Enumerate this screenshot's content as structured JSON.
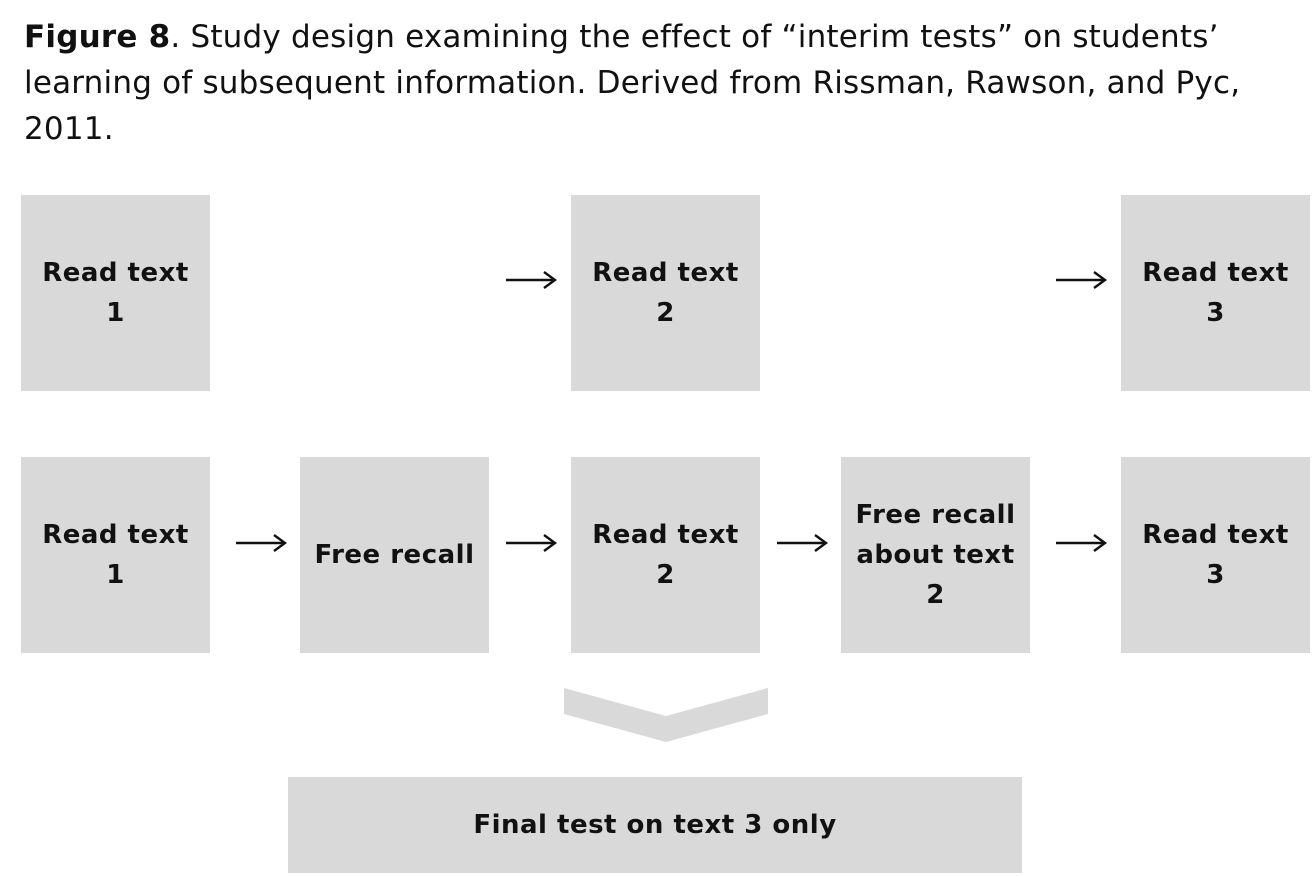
{
  "caption": {
    "lead": "Figure 8",
    "text": ". Study design examining the effect of “interim tests” on students’ learning of subsequent information. Derived from Rissman, Rawson, and Pyc, 2011."
  },
  "row1": {
    "step1": "Read text 1",
    "step2": "Read text 2",
    "step3": "Read text 3"
  },
  "row2": {
    "step1": "Read text 1",
    "step2": "Free recall",
    "step3": "Read text 2",
    "step4": "Free recall about text 2",
    "step5": "Read text 3"
  },
  "final": {
    "label": "Final test on text 3 only"
  }
}
